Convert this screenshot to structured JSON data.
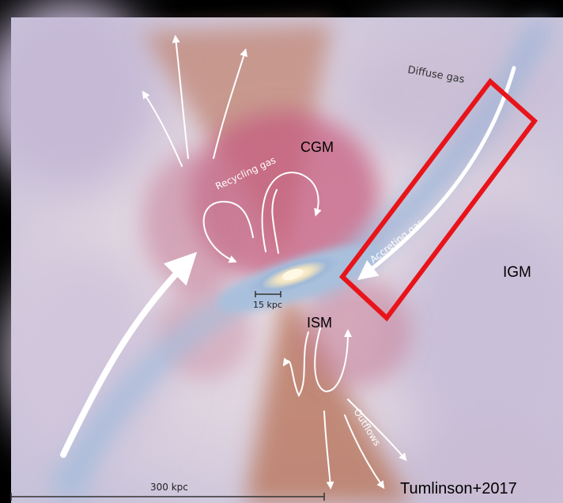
{
  "labels": {
    "diffuse_gas": "Diffuse gas",
    "cgm": "CGM",
    "recycling_gas": "Recycling gas",
    "accreting_gas": "Accreting gas",
    "igm": "IGM",
    "scale_small": "15 kpc",
    "ism": "ISM",
    "outflows": "Outflows",
    "scale_large": "300 kpc",
    "citation": "Tumlinson+2017"
  },
  "colors": {
    "background": "#000000",
    "highlight_box": "#e8141a",
    "arrows": "#ffffff",
    "halo": "#d9d0de",
    "inflow_stream": "#a9bfdc",
    "recycling_gas": "#c0607d",
    "outflow_gas": "#b7735b"
  }
}
